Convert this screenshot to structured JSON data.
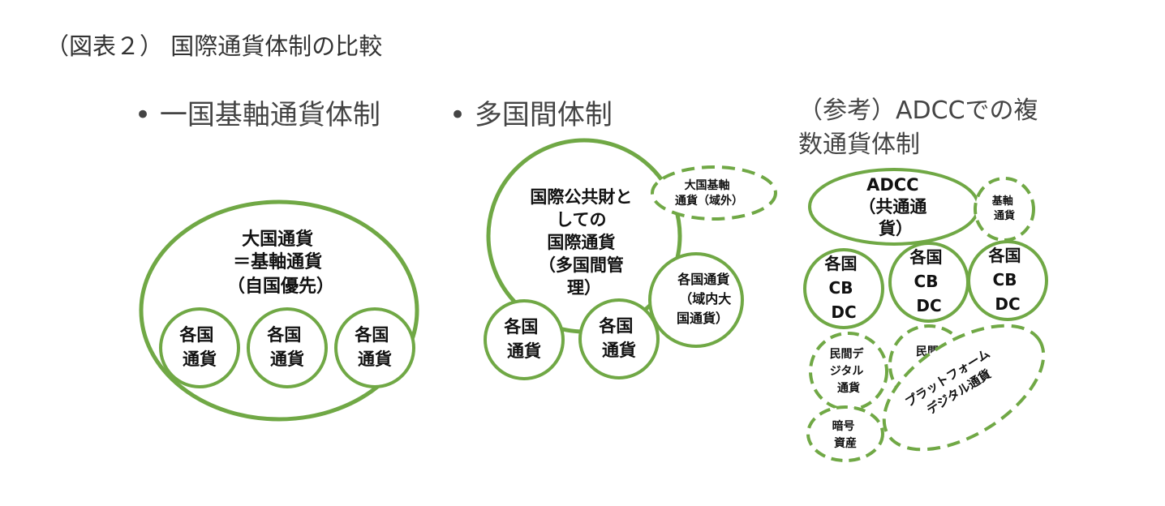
{
  "title": "（図表２） 国際通貨体制の比較",
  "headings": {
    "h1": "• 一国基軸通貨体制",
    "h2": "• 多国間体制",
    "h3_line1": "（参考）ADCCでの複",
    "h3_line2": "数通貨体制"
  },
  "colors": {
    "accent": "#70a845",
    "text": "#111111"
  },
  "single_key": {
    "outer": [
      "大国通貨",
      "＝基軸通貨",
      "（自国優先）"
    ],
    "inner": [
      [
        "各国",
        "通貨"
      ],
      [
        "各国",
        "通貨"
      ],
      [
        "各国",
        "通貨"
      ]
    ]
  },
  "multilateral": {
    "big": [
      "国際公共財と",
      "しての",
      "国際通貨",
      "（多国間管",
      "理）"
    ],
    "dashed": [
      "大国基軸",
      "通貨（域外）"
    ],
    "regional": [
      "各国通貨",
      "（域内大",
      "国通貨）"
    ],
    "local": [
      [
        "各国",
        "通貨"
      ],
      [
        "各国",
        "通貨"
      ]
    ]
  },
  "adcc": {
    "common": [
      "ADCC",
      "（共通通",
      "貨）"
    ],
    "key_small": [
      "基軸",
      "通貨"
    ],
    "cbdc": [
      [
        "各国",
        "CB",
        "DC"
      ],
      [
        "各国",
        "CB",
        "DC"
      ],
      [
        "各国",
        "CB",
        "DC"
      ]
    ],
    "private": [
      "民間デ",
      "ジタル",
      "通貨"
    ],
    "private_partial": "民間",
    "platform": [
      "プラットフォーム",
      "デジタル通貨"
    ],
    "crypto": [
      "暗号",
      "資産"
    ]
  }
}
